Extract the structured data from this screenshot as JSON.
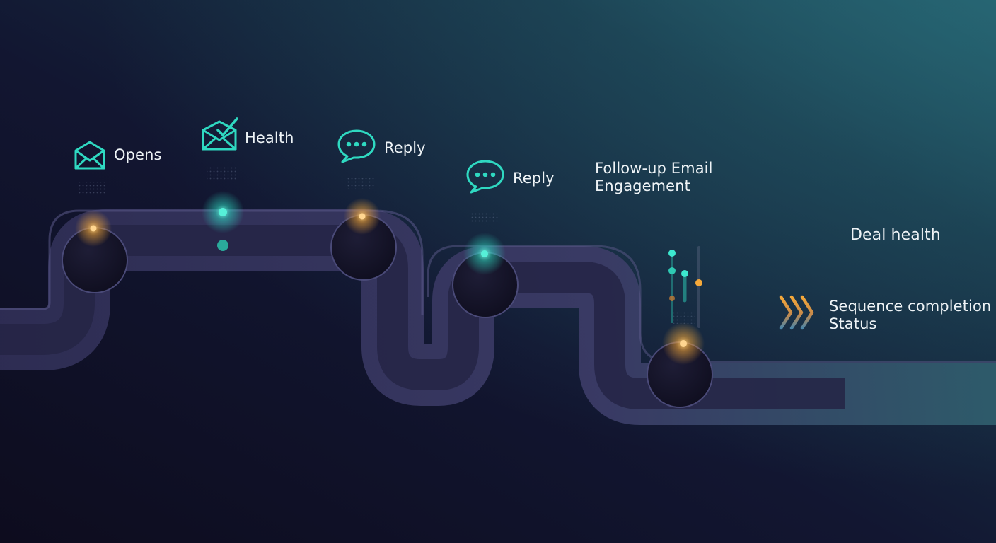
{
  "stages": {
    "opens": {
      "label": "Opens",
      "icon": "envelope-icon"
    },
    "health": {
      "label": "Health",
      "icon": "envelope-check-icon"
    },
    "reply_1": {
      "label": "Reply",
      "icon": "chat-bubble-icon"
    },
    "reply_2": {
      "label": "Reply",
      "icon": "chat-bubble-icon"
    },
    "follow_up": {
      "line1": "Follow-up Email",
      "line2": "Engagement"
    },
    "deal_health": {
      "label": "Deal health"
    },
    "sequence": {
      "line1": "Sequence completion",
      "line2": "Status",
      "icon": "chevrons-right-icon"
    }
  },
  "colors": {
    "background_dark": "#0f0f22",
    "background_teal": "#1f5563",
    "track": "#3a3a63",
    "track_inner": "#2a2a4c",
    "accent_teal": "#2fe3c8",
    "accent_amber": "#f5a93a"
  }
}
